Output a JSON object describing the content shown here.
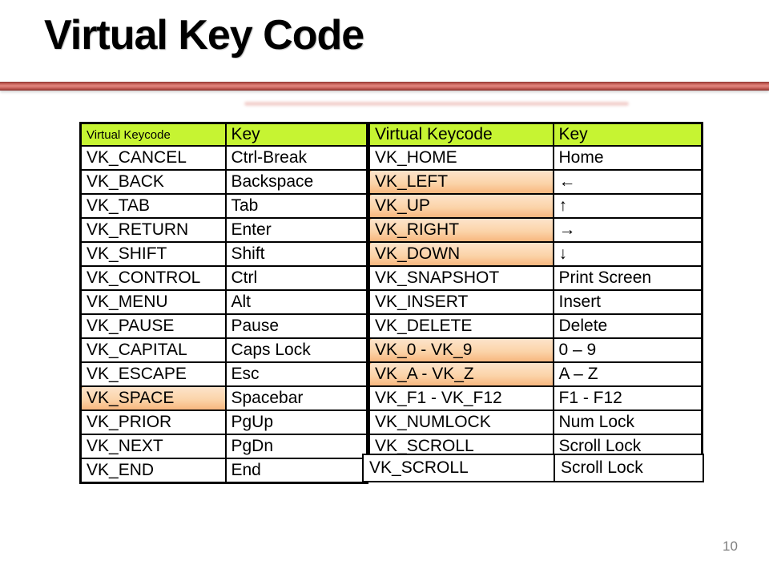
{
  "slide": {
    "title": "Virtual Key Code",
    "page_number": "10"
  },
  "colors": {
    "title_text": "#000000",
    "accent_bar_red": "#c9554e",
    "table_header_bg": "#c6f432",
    "highlight_orange_top": "#fde5cd",
    "highlight_orange_bottom": "#f7b277",
    "table_border": "#000000",
    "page_number_gray": "#808080"
  },
  "left_table": {
    "headers": [
      "Virtual Keycode",
      "Key"
    ],
    "rows": [
      {
        "code": "VK_CANCEL",
        "key": "Ctrl-Break",
        "highlighted": false
      },
      {
        "code": "VK_BACK",
        "key": "Backspace",
        "highlighted": false
      },
      {
        "code": "VK_TAB",
        "key": "Tab",
        "highlighted": false
      },
      {
        "code": "VK_RETURN",
        "key": "Enter",
        "highlighted": false
      },
      {
        "code": "VK_SHIFT",
        "key": "Shift",
        "highlighted": false
      },
      {
        "code": "VK_CONTROL",
        "key": "Ctrl",
        "highlighted": false
      },
      {
        "code": "VK_MENU",
        "key": "Alt",
        "highlighted": false
      },
      {
        "code": "VK_PAUSE",
        "key": "Pause",
        "highlighted": false
      },
      {
        "code": "VK_CAPITAL",
        "key": "Caps Lock",
        "highlighted": false
      },
      {
        "code": "VK_ESCAPE",
        "key": "Esc",
        "highlighted": false
      },
      {
        "code": "VK_SPACE",
        "key": "Spacebar",
        "highlighted": true
      },
      {
        "code": "VK_PRIOR",
        "key": "PgUp",
        "highlighted": false
      },
      {
        "code": "VK_NEXT",
        "key": "PgDn",
        "highlighted": false
      },
      {
        "code": "VK_END",
        "key": "End",
        "highlighted": false
      }
    ]
  },
  "right_table": {
    "headers": [
      "Virtual Keycode",
      "Key"
    ],
    "rows": [
      {
        "code": "VK_HOME",
        "key": "Home",
        "highlighted": false
      },
      {
        "code": "VK_LEFT",
        "key": "←",
        "highlighted": true
      },
      {
        "code": "VK_UP",
        "key": "↑",
        "highlighted": true
      },
      {
        "code": "VK_RIGHT",
        "key": "→",
        "highlighted": true
      },
      {
        "code": "VK_DOWN",
        "key": "↓",
        "highlighted": true
      },
      {
        "code": "VK_SNAPSHOT",
        "key": "Print Screen",
        "highlighted": false
      },
      {
        "code": "VK_INSERT",
        "key": "Insert",
        "highlighted": false
      },
      {
        "code": "VK_DELETE",
        "key": "Delete",
        "highlighted": false
      },
      {
        "code": "VK_0 - VK_9",
        "key": "0 – 9",
        "highlighted": true
      },
      {
        "code": "VK_A - VK_Z",
        "key": "A – Z",
        "highlighted": true
      },
      {
        "code": "VK_F1 - VK_F12",
        "key": "F1 - F12",
        "highlighted": false
      },
      {
        "code": "VK_NUMLOCK",
        "key": "Num Lock",
        "highlighted": false
      },
      {
        "code": "VK_SCROLL",
        "key": "Scroll Lock",
        "highlighted": false
      }
    ],
    "floating_row": {
      "code": "VK_SCROLL",
      "key": "Scroll Lock"
    }
  }
}
